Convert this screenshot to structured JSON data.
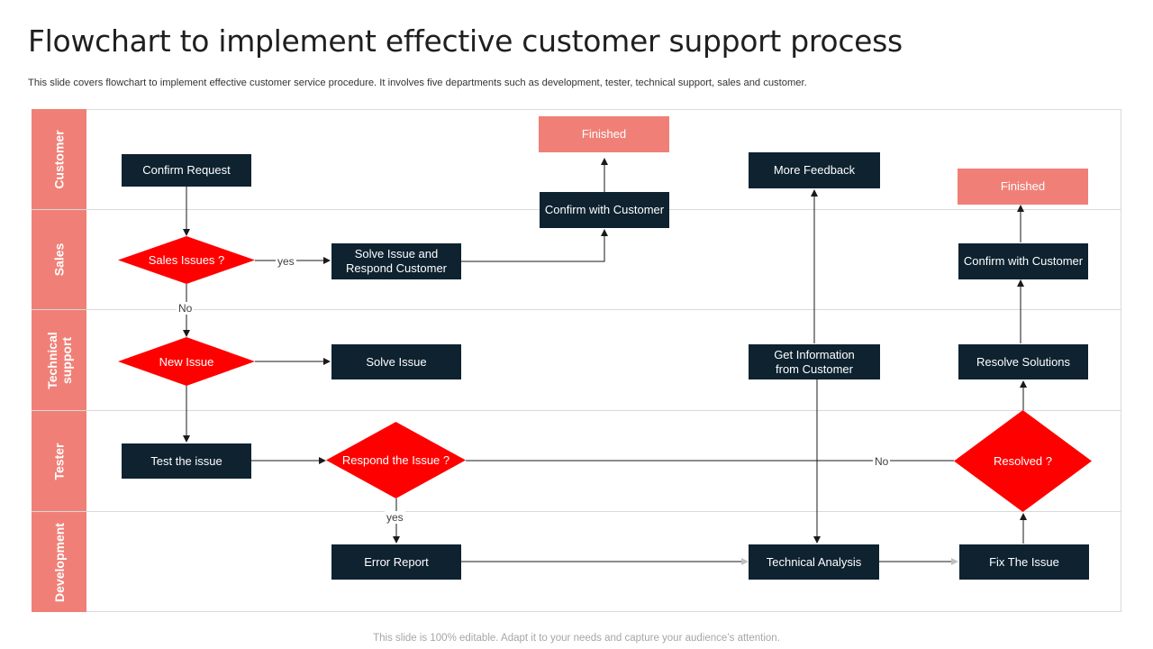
{
  "title": "Flowchart to implement effective customer support process",
  "subtitle": "This slide covers flowchart to implement effective customer service procedure. It involves five departments such as development, tester, technical support, sales and customer.",
  "footer": "This slide is 100% editable. Adapt it to your needs and capture your audience’s attention.",
  "lanes": {
    "customer": "Customer",
    "sales": "Sales",
    "technical_support": "Technical\nsupport",
    "tester": "Tester",
    "development": "Development"
  },
  "nodes": {
    "confirm_request": "Confirm Request",
    "sales_issues": "Sales Issues ?",
    "solve_issue_respond": "Solve Issue and\nRespond Customer",
    "finished_1": "Finished",
    "confirm_customer_1": "Confirm with Customer",
    "new_issue": "New Issue",
    "solve_issue": "Solve Issue",
    "test_issue": "Test the issue",
    "respond_issue": "Respond the Issue ?",
    "error_report": "Error Report",
    "more_feedback": "More Feedback",
    "get_information": "Get Information\nfrom Customer",
    "technical_analysis": "Technical Analysis",
    "finished_2": "Finished",
    "confirm_customer_2": "Confirm with Customer",
    "resolve_solutions": "Resolve Solutions",
    "resolved": "Resolved  ?",
    "fix_issue": "Fix The Issue"
  },
  "edge_labels": {
    "yes_sales": "yes",
    "no_sales": "No",
    "yes_respond": "yes",
    "no_resolved": "No"
  },
  "colors": {
    "box_dark": "#0e2230",
    "diamond_red": "#ff0000",
    "accent_salmon": "#f08077",
    "connector": "#1a1a1a"
  }
}
